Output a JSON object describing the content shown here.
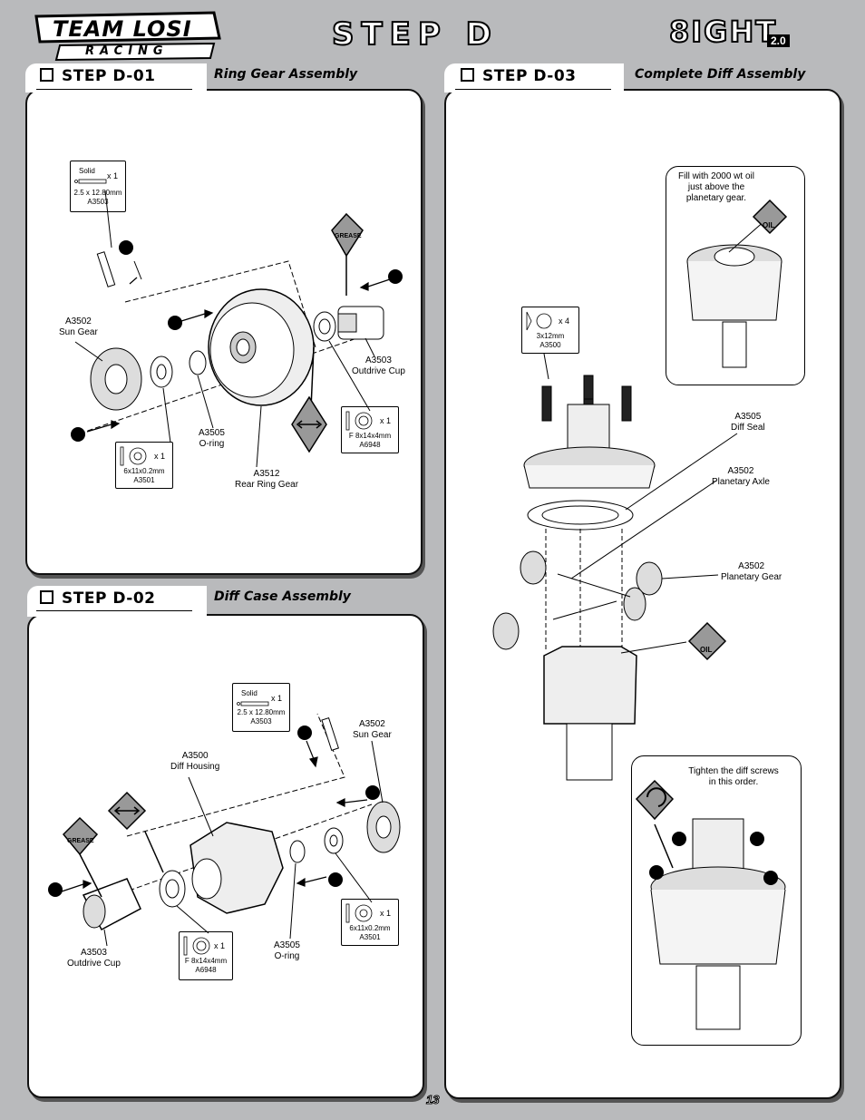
{
  "header": {
    "brand_top": "TEAM LOSI",
    "brand_bottom": "RACING",
    "page_title": "STEP D",
    "product_logo": "8IGHT",
    "product_version": "2.0"
  },
  "steps": {
    "d01": {
      "label": "STEP D-01",
      "subtitle": "Ring Gear Assembly",
      "callout_pin": {
        "name": "Solid",
        "qty": "x 1",
        "size": "2.5 x 12.80mm",
        "part": "A3503"
      },
      "callout_washer": {
        "qty": "x 1",
        "size": "6x11x0.2mm",
        "part": "A3501"
      },
      "callout_bearing": {
        "qty": "x 1",
        "size": "F 8x14x4mm",
        "part": "A6948"
      },
      "labels": {
        "sun_gear": [
          "A3502",
          "Sun Gear"
        ],
        "outdrive_cup": [
          "A3503",
          "Outdrive Cup"
        ],
        "oring": [
          "A3505",
          "O-ring"
        ],
        "ring_gear": [
          "A3512",
          "Rear Ring Gear"
        ]
      },
      "grease_badge": "GREASE"
    },
    "d02": {
      "label": "STEP D-02",
      "subtitle": "Diff Case Assembly",
      "callout_pin": {
        "name": "Solid",
        "qty": "x 1",
        "size": "2.5 x 12.80mm",
        "part": "A3503"
      },
      "callout_washer": {
        "qty": "x 1",
        "size": "6x11x0.2mm",
        "part": "A3501"
      },
      "callout_bearing": {
        "qty": "x 1",
        "size": "F 8x14x4mm",
        "part": "A6948"
      },
      "labels": {
        "sun_gear": [
          "A3502",
          "Sun Gear"
        ],
        "diff_housing": [
          "A3500",
          "Diff Housing"
        ],
        "oring": [
          "A3505",
          "O-ring"
        ],
        "outdrive_cup": [
          "A3503",
          "Outdrive Cup"
        ]
      },
      "grease_badge": "GREASE"
    },
    "d03": {
      "label": "STEP D-03",
      "subtitle": "Complete Diff Assembly",
      "callout_screw": {
        "qty": "x 4",
        "size": "3x12mm",
        "part": "A3500"
      },
      "labels": {
        "diff_seal": [
          "A3505",
          "Diff Seal"
        ],
        "planetary_axle": [
          "A3502",
          "Planetary Axle"
        ],
        "planetary_gear": [
          "A3502",
          "Planetary Gear"
        ]
      },
      "oil_note": "Fill with 2000 wt oil just above the planetary gear.",
      "tighten_note": "Tighten the diff screws in this order.",
      "oil_badge": "OIL"
    }
  },
  "footer": {
    "page_number": "13"
  }
}
